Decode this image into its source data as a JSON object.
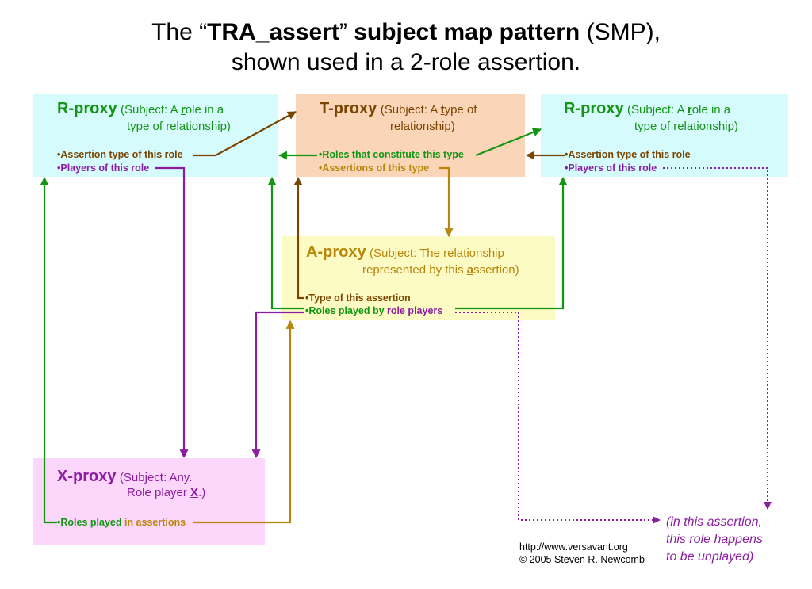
{
  "title": {
    "line1_pre": "The “",
    "line1_bold1": "TRA_assert",
    "line1_mid": "” ",
    "line1_bold2": "subject map pattern",
    "line1_post": " (SMP),",
    "line2": "shown used in a 2-role assertion."
  },
  "colors": {
    "r_proxy_bg": "#d6fbfc",
    "t_proxy_bg": "#fbd5b8",
    "a_proxy_bg": "#fdfbc4",
    "x_proxy_bg": "#fcd6fb",
    "green": "#129612",
    "brown": "#7a4500",
    "purple": "#8c1ca3",
    "gold": "#b8860b"
  },
  "r_proxy_left": {
    "heading": "R-proxy",
    "sub1_pre": "(Subject: A ",
    "sub1_u": "r",
    "sub1_post": "ole in a",
    "sub2": "type of relationship)",
    "item1": "•Assertion type of this role",
    "item2": "•Players of this role"
  },
  "t_proxy": {
    "heading": "T-proxy",
    "sub1_pre": "(Subject: A ",
    "sub1_u": "t",
    "sub1_post": "ype of",
    "sub2": "relationship)",
    "item1": "•Roles that constitute this type",
    "item2": "•Assertions of this type"
  },
  "r_proxy_right": {
    "heading": "R-proxy",
    "sub1_pre": "(Subject: A ",
    "sub1_u": "r",
    "sub1_post": "ole in a",
    "sub2": "type of relationship)",
    "item1": "•Assertion type of this role",
    "item2": "•Players of this role"
  },
  "a_proxy": {
    "heading": "A-proxy",
    "sub1": "(Subject: The relationship",
    "sub2_pre": "represented by this ",
    "sub2_u": "a",
    "sub2_post": "ssertion)",
    "item1": "•Type of this assertion",
    "item2_pre": "•Roles played by ",
    "item2_post": "role players"
  },
  "x_proxy": {
    "heading": "X-proxy",
    "sub1": "(Subject: Any.",
    "sub2_pre": "Role player ",
    "sub2_u": "X",
    "sub2_post": ".)",
    "item1_pre": "•Roles played ",
    "item1_post": "in assertions"
  },
  "note": {
    "line1": "(in this assertion,",
    "line2": "this role happens",
    "line3": "to be unplayed)"
  },
  "credit": {
    "url": "http://www.versavant.org",
    "copyright": "© 2005 Steven R. Newcomb"
  }
}
